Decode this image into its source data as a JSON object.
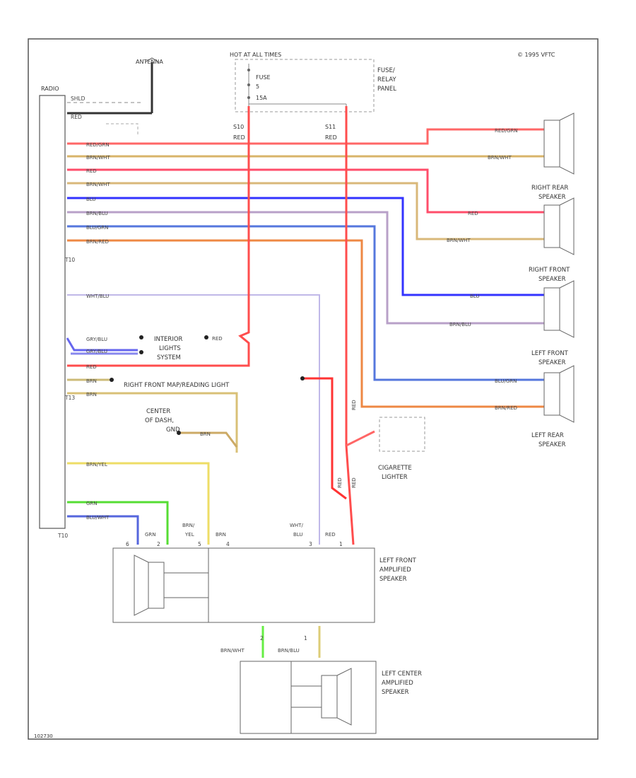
{
  "header": {
    "copyright": "© 1995 VFTC",
    "hot_at_all_times": "HOT AT ALL TIMES",
    "fuse_lines": [
      "FUSE",
      "5",
      "15A"
    ],
    "fuse_relay_panel": [
      "FUSE/",
      "RELAY",
      "PANEL"
    ],
    "antenna": "ANTENNA",
    "radio": "RADIO",
    "footer_code": "102730"
  },
  "radio_pins": {
    "top": [
      "SHLD",
      "RED"
    ],
    "t10": "T10",
    "t13": "T13",
    "t10_bottom": "T10"
  },
  "wires": {
    "red_grn": "RED/GRN",
    "brn_wht": "BRN/WHT",
    "red": "RED",
    "blu": "BLU",
    "brn_blu": "BRN/BLU",
    "blu_grn": "BLU/GRN",
    "brn_red": "BRN/RED",
    "wht_blu": "WHT/BLU",
    "gry_blu": "GRY/BLU",
    "brn": "BRN",
    "brn_yel": "BRN/YEL",
    "grn": "GRN",
    "blu_wht": "BLU/WHT",
    "brn_wht2": "BRN/WHT",
    "brn_blu2": "BRN/BLU",
    "wht_blu_split": [
      "WHT/",
      "BLU"
    ],
    "brn_yel_split": [
      "BRN/",
      "YEL"
    ],
    "s10": "S10",
    "s11": "S11"
  },
  "components": {
    "right_rear_speaker": [
      "RIGHT REAR",
      "SPEAKER"
    ],
    "right_front_speaker": [
      "RIGHT FRONT",
      "SPEAKER"
    ],
    "left_front_speaker": [
      "LEFT FRONT",
      "SPEAKER"
    ],
    "left_rear_speaker": [
      "LEFT REAR",
      "SPEAKER"
    ],
    "interior_lights": [
      "INTERIOR",
      "LIGHTS",
      "SYSTEM"
    ],
    "map_light": "RIGHT FRONT MAP/READING LIGHT",
    "center_dash": [
      "CENTER",
      "OF DASH,",
      "GND"
    ],
    "cigarette_lighter": [
      "CIGARETTE",
      "LIGHTER"
    ],
    "lf_amp": [
      "LEFT FRONT",
      "AMPLIFIED",
      "SPEAKER"
    ],
    "lc_amp": [
      "LEFT CENTER",
      "AMPLIFIED",
      "SPEAKER"
    ]
  },
  "connector_pins": {
    "amp_pins": [
      "6",
      "2",
      "5",
      "4",
      "3",
      "1"
    ],
    "lc_pins": [
      "2",
      "1"
    ]
  }
}
